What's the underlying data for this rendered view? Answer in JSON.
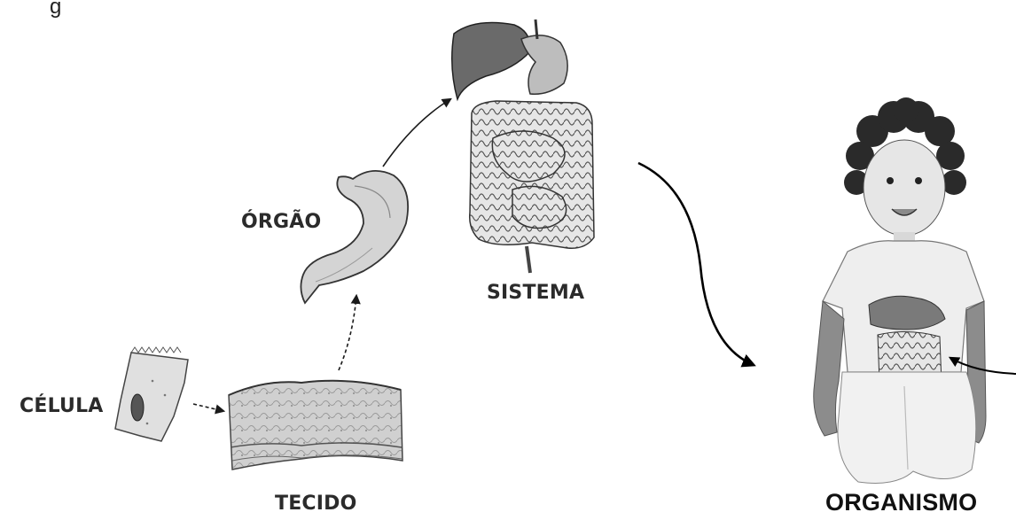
{
  "caption": "g",
  "labels": {
    "celula": "CÉLULA",
    "tecido": "TECIDO",
    "orgao": "ÓRGÃO",
    "sistema": "SISTEMA",
    "organismo": "ORGANISMO"
  },
  "colors": {
    "ink": "#1a1a1a",
    "tissue": "#cfcfcf",
    "skin": "#d9d9d9",
    "liver": "#666666"
  }
}
